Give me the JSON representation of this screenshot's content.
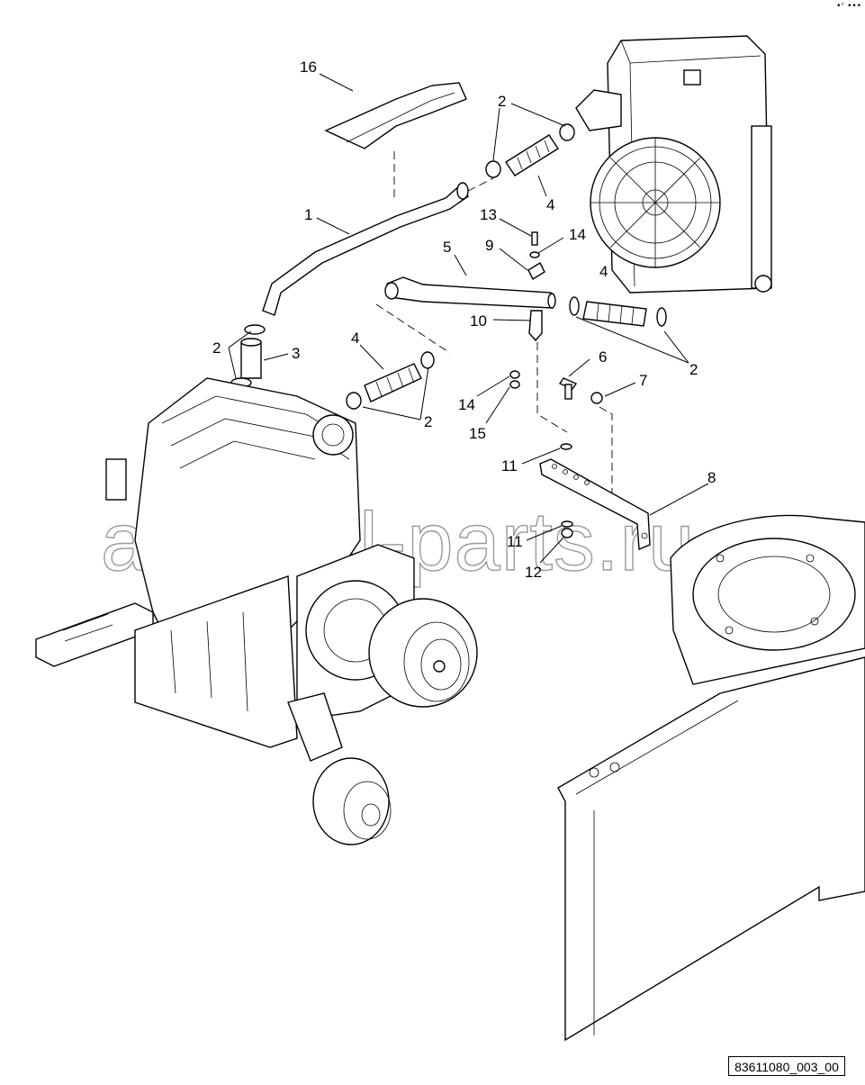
{
  "drawing": {
    "reference_number": "83611080_003_00",
    "watermark": "arsenal-parts.ru",
    "corner_mark": "•ᐟ •••",
    "callouts": [
      {
        "id": "c16",
        "label": "16"
      },
      {
        "id": "c2a",
        "label": "2"
      },
      {
        "id": "c4a",
        "label": "4"
      },
      {
        "id": "c1",
        "label": "1"
      },
      {
        "id": "c13",
        "label": "13"
      },
      {
        "id": "c14a",
        "label": "14"
      },
      {
        "id": "c9",
        "label": "9"
      },
      {
        "id": "c5",
        "label": "5"
      },
      {
        "id": "c4b",
        "label": "4"
      },
      {
        "id": "c10",
        "label": "10"
      },
      {
        "id": "c2b",
        "label": "2"
      },
      {
        "id": "c2c",
        "label": "2"
      },
      {
        "id": "c3",
        "label": "3"
      },
      {
        "id": "c4c",
        "label": "4"
      },
      {
        "id": "c6",
        "label": "6"
      },
      {
        "id": "c7",
        "label": "7"
      },
      {
        "id": "c14b",
        "label": "14"
      },
      {
        "id": "c2d",
        "label": "2"
      },
      {
        "id": "c15",
        "label": "15"
      },
      {
        "id": "c11a",
        "label": "11"
      },
      {
        "id": "c8",
        "label": "8"
      },
      {
        "id": "c11b",
        "label": "11"
      },
      {
        "id": "c12",
        "label": "12"
      }
    ]
  }
}
